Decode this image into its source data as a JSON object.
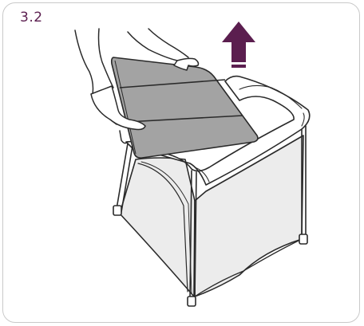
{
  "step": {
    "label": "3.2"
  },
  "colors": {
    "accent": "#5b1e4f",
    "outline": "#2a2a2a",
    "mattress": "#a3a3a3",
    "mesh": "#ececec",
    "frame_border": "#c9c9c9"
  },
  "icons": {
    "arrow": "arrow-up-icon",
    "hands": "hands-illustration",
    "cot": "travel-cot-illustration",
    "mattress": "mattress-illustration"
  }
}
